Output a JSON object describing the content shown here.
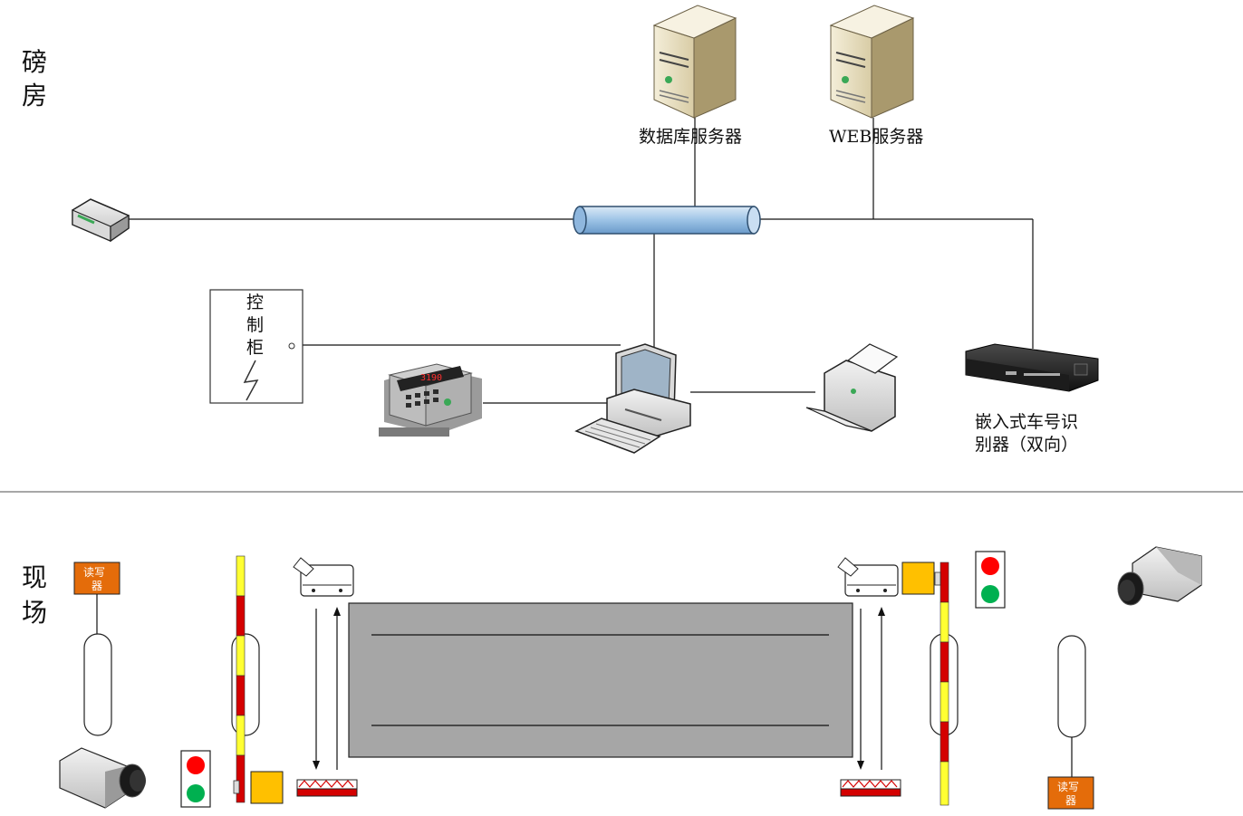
{
  "sections": {
    "top": {
      "line1": "磅",
      "line2": "房"
    },
    "bottom": {
      "line1": "现",
      "line2": "场"
    }
  },
  "labels": {
    "db_server": "数据库服务器",
    "web_server": "WEB服务器",
    "control_cabinet": [
      "控",
      "制",
      "柜"
    ],
    "recognizer_line1": "嵌入式车号识",
    "recognizer_line2": "别器（双向）",
    "display_value": "3190",
    "reader_left": [
      "读写",
      "器"
    ],
    "reader_right": [
      "读写",
      "器"
    ]
  },
  "colors": {
    "network_bus": "#9dc3e6",
    "scale_platform": "#a6a6a6",
    "reader_box": "#e46c0a",
    "barrier_red": "#d40000",
    "barrier_yellow": "#ffff33",
    "signal_red": "#ff0000",
    "signal_green": "#00b050",
    "sensor_box": "#ffc000"
  },
  "icons": [
    "server-icon",
    "switch-icon",
    "computer-icon",
    "printer-icon",
    "dvr-icon",
    "weighing-indicator-icon",
    "camera-icon",
    "barrier-gate-icon",
    "traffic-light-icon",
    "infrared-sensor-icon",
    "loop-detector-icon"
  ]
}
